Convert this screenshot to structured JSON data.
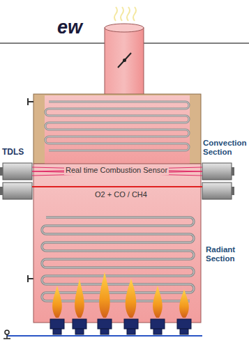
{
  "diagram": {
    "title": "ew",
    "labels": [
      "Convection Section",
      "TDLS",
      "Real time Combustion Sensor",
      "O2 + CO / CH4",
      "Radiant Section"
    ]
  }
}
